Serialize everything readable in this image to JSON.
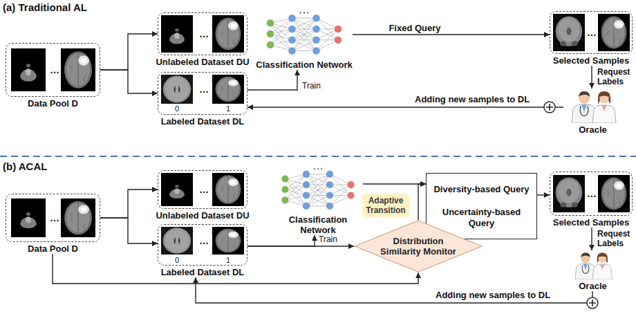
{
  "diagram": {
    "nodes": [
      {
        "text": [
          "Data Pool D"
        ]
      },
      {
        "text": [
          "Unlabeled Dataset DU"
        ]
      },
      {
        "text": [
          "Labeled Dataset DL"
        ]
      },
      {
        "text": [
          "Classification Network"
        ]
      },
      {
        "text": [
          "Selected Samples"
        ]
      },
      {
        "text": [
          "Oracle"
        ]
      },
      {
        "text": [
          "Data Pool D"
        ]
      },
      {
        "text": [
          "Unlabeled Dataset DU"
        ]
      },
      {
        "text": [
          "Labeled Dataset DL"
        ]
      },
      {
        "text": [
          "Classification Network"
        ]
      },
      {
        "text": [
          "Diversity-based Query",
          "Uncertainty-based Query"
        ]
      },
      {
        "text": [
          "Adaptive Transition"
        ]
      },
      {
        "text": [
          "Distribution Similarity Monitor"
        ]
      },
      {
        "text": [
          "Selected Samples"
        ]
      },
      {
        "text": [
          "Oracle"
        ]
      }
    ],
    "edges": [
      {
        "from": 0,
        "to": 1,
        "arrow": "to"
      },
      {
        "from": 0,
        "to": 2,
        "arrow": "to"
      },
      {
        "from": 2,
        "to": 3,
        "label": "Train",
        "arrow": "to"
      },
      {
        "from": 3,
        "to": 4,
        "label": "Fixed Query",
        "arrow": "to"
      },
      {
        "from": 4,
        "to": 5,
        "label": "Request Labels",
        "arrow": "to"
      },
      {
        "from": 5,
        "to": 2,
        "label": "Adding new samples to DL",
        "arrow": "to"
      },
      {
        "from": 6,
        "to": 7,
        "arrow": "to"
      },
      {
        "from": 6,
        "to": 8,
        "arrow": "to"
      },
      {
        "from": 8,
        "to": 9,
        "label": "Train",
        "arrow": "to"
      },
      {
        "from": 8,
        "to": 12,
        "arrow": "to"
      },
      {
        "from": 9,
        "to": 10,
        "arrow": "to"
      },
      {
        "from": 12,
        "to": 10,
        "arrow": "to"
      },
      {
        "from": 10,
        "to": 13,
        "arrow": "to"
      },
      {
        "from": 13,
        "to": 14,
        "label": "Request Labels",
        "arrow": "to"
      },
      {
        "from": 14,
        "to": 8,
        "label": "Adding new samples to DL",
        "arrow": "to"
      },
      {
        "from": 6,
        "to": 12,
        "arrow": "to"
      }
    ],
    "labels": [
      "(a) Traditional AL",
      "…",
      "…",
      "…",
      "0",
      "1",
      "…",
      "(b) ACAL",
      "…",
      "…",
      "…",
      "0",
      "1",
      "…"
    ]
  }
}
